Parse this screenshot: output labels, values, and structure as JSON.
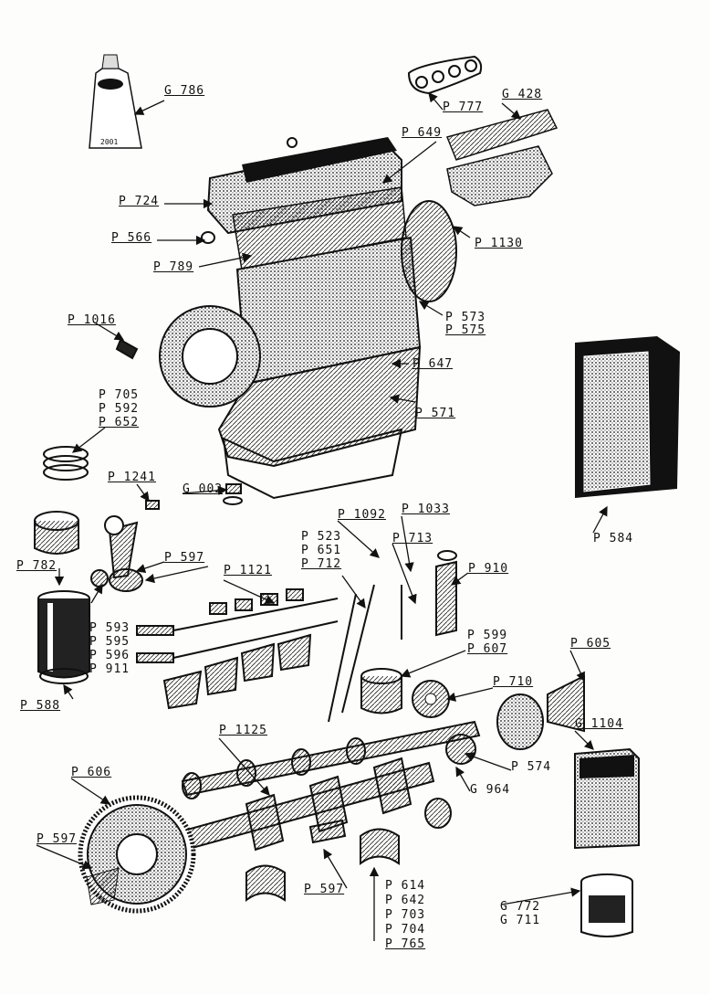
{
  "labels": {
    "g786": "G 786",
    "p777": "P 777",
    "g428": "G 428",
    "p649": "P 649",
    "p724": "P 724",
    "p566": "P 566",
    "p1130": "P 1130",
    "p789": "P 789",
    "p573": "P 573",
    "p575": "P 575",
    "p1016": "P 1016",
    "p647": "P 647",
    "p705": "P 705",
    "p592": "P 592",
    "p652": "P 652",
    "p571": "P 571",
    "p1241": "P 1241",
    "g002": "G 002",
    "p584": "P 584",
    "p1092": "P 1092",
    "p1033": "P 1033",
    "p523": "P 523",
    "p651": "P 651",
    "p713": "P 713",
    "p712": "P 712",
    "p910": "P 910",
    "p782": "P 782",
    "p597a": "P 597",
    "p1121": "P 1121",
    "p593": "P 593",
    "p595": "P 595",
    "p596": "P 596",
    "p911": "P 911",
    "p599": "P 599",
    "p607": "P 607",
    "p605": "P 605",
    "p710": "P 710",
    "p588": "P 588",
    "p1125": "P 1125",
    "g1104": "G 1104",
    "p574": "P 574",
    "g964": "G 964",
    "p606": "P 606",
    "p597b": "P 597",
    "p614": "P 614",
    "p642": "P 642",
    "p703": "P 703",
    "p704": "P 704",
    "p765": "P 765",
    "p597c": "P 597",
    "g772": "G 772",
    "g711": "G 711"
  },
  "tube_text": "2001"
}
